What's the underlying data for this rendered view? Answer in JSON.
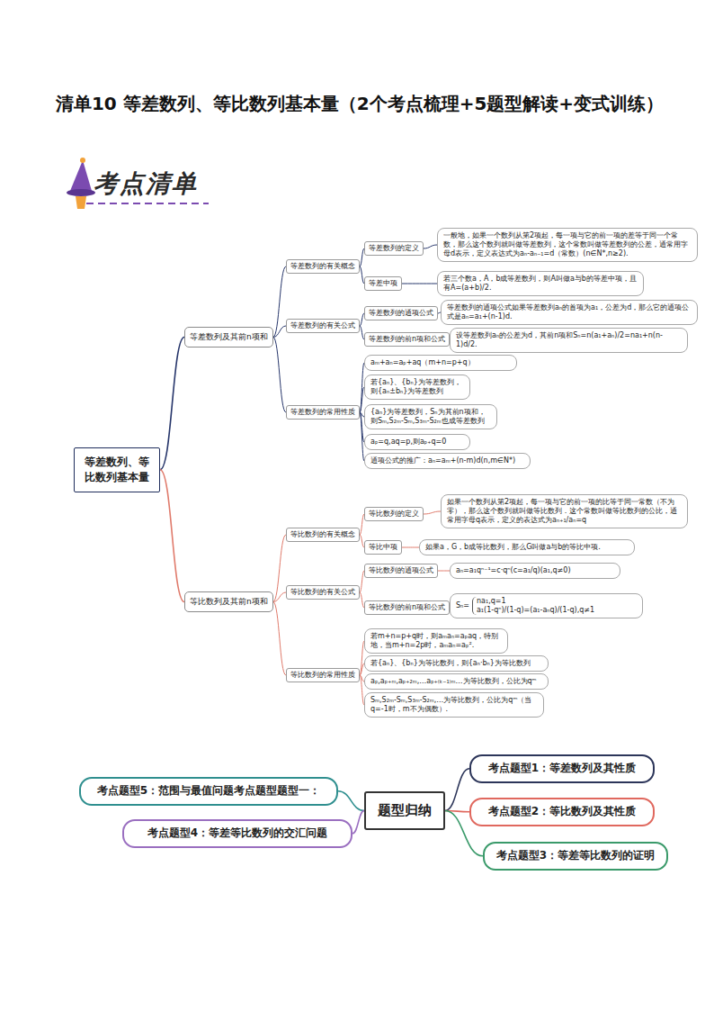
{
  "diagram": {
    "title": "清单10 等差数列、等比数列基本量（2个考点梳理+5题型解读+变式训练）",
    "nodes": [
      {
        "text": [
          "等差数列、等比数列基本量"
        ]
      },
      {
        "text": [
          "等差数列及其前n项和"
        ]
      },
      {
        "text": [
          "等比数列及其前n项和"
        ]
      },
      {
        "text": [
          "等差数列的有关概念"
        ]
      },
      {
        "text": [
          "等差数列的有关公式"
        ]
      },
      {
        "text": [
          "等差数列的常用性质"
        ]
      },
      {
        "text": [
          "等差数列的定义"
        ]
      },
      {
        "text": [
          "一般地，如果一个数列从第2项起，每一项与它的前一项的差等于同一个常数，那么这个数列就叫做等差数列，这个常数叫做等差数列的公差，通常用字母d表示，定义表达式为aₙ-aₙ₋₁=d（常数）(n∈N*,n≥2)."
        ]
      },
      {
        "text": [
          "等差中项"
        ]
      },
      {
        "text": [
          "若三个数a，A，b成等差数列，则A叫做a与b的等差中项，且有A=(a+b)/2."
        ]
      },
      {
        "text": [
          "等差数列的通项公式"
        ]
      },
      {
        "text": [
          "等差数列的通项公式如果等差数列aₙ的首项为a₁，公差为d，那么它的通项公式是aₙ=a₁+(n-1)d."
        ]
      },
      {
        "text": [
          "等差数列的前n项和公式"
        ]
      },
      {
        "text": [
          "设等差数列aₙ的公差为d，其前n项和Sₙ=n(a₁+aₙ)/2=na₁+n(n-1)d/2."
        ]
      },
      {
        "text": [
          "aₘ+aₙ=aₚ+aq（m+n=p+q）"
        ]
      },
      {
        "text": [
          "若{aₙ}、{bₙ}为等差数列，则{aₙ±bₙ}为等差数列"
        ]
      },
      {
        "text": [
          "{aₙ}为等差数列，Sₙ为其前n项和，则Sₘ,S₂ₘ-Sₘ,S₃ₘ-S₂ₘ也成等差数列"
        ]
      },
      {
        "text": [
          "aₚ=q,aq=p,则aₚ₊q=0"
        ]
      },
      {
        "text": [
          "通项公式的推广：aₙ=aₘ+(n-m)d(n,m∈N*)"
        ]
      },
      {
        "text": [
          "等比数列的有关概念"
        ]
      },
      {
        "text": [
          "等比数列的有关公式"
        ]
      },
      {
        "text": [
          "等比数列的常用性质"
        ]
      },
      {
        "text": [
          "等比数列的定义"
        ]
      },
      {
        "text": [
          "如果一个数列从第2项起，每一项与它的前一项的比等于同一常数（不为零），那么这个数列就叫做等比数列．这个常数叫做等比数列的公比，通常用字母q表示，定义的表达式为aₙ₊₁/aₙ=q"
        ]
      },
      {
        "text": [
          "等比中项"
        ]
      },
      {
        "text": [
          "如果a，G，b成等比数列，那么G叫做a与b的等比中项."
        ]
      },
      {
        "text": [
          "等比数列的通项公式"
        ]
      },
      {
        "text": [
          "aₙ=a₁qⁿ⁻¹=c·qⁿ(c=a₁/q)(a₁,q≠0)"
        ]
      },
      {
        "text": [
          "等比数列的前n项和公式"
        ]
      },
      {
        "text": [
          "Sₙ=",
          "na₁,q=1",
          "a₁(1-qⁿ)/(1-q)=(a₁-aₙq)/(1-q),q≠1"
        ]
      },
      {
        "text": [
          "若m+n=p+q时，则aₘaₙ=aₚaq，特别地，当m+n=2p时，aₘaₙ=aₚ²."
        ]
      },
      {
        "text": [
          "若{aₙ}、{bₙ}为等比数列，则{aₙ·bₙ}为等比数列"
        ]
      },
      {
        "text": [
          "aₚ,aₚ₊ₘ,aₚ₊₂ₘ,…aₚ₊₍ₖ₋₁₎ₘ…为等比数列，公比为qᵐ"
        ]
      },
      {
        "text": [
          "Sₘ,S₂ₘ-Sₘ,S₃ₘ-S₂ₘ,…为等比数列，公比为qᵐ（当q=-1时，m不为偶数）."
        ]
      },
      {
        "text": [
          "题型归纳"
        ]
      },
      {
        "text": [
          "考点题型1：等差数列及其性质"
        ]
      },
      {
        "text": [
          "考点题型2：等比数列及其性质"
        ]
      },
      {
        "text": [
          "考点题型3：等差等比数列的证明"
        ]
      },
      {
        "text": [
          "考点题型5：范围与最值问题考点题型题型一："
        ]
      },
      {
        "text": [
          "考点题型4：等差等比数列的交汇问题"
        ]
      }
    ],
    "edges": [
      {
        "from": 0,
        "to": 1,
        "arrow": "none"
      },
      {
        "from": 0,
        "to": 2,
        "arrow": "none"
      },
      {
        "from": 1,
        "to": 3,
        "arrow": "none"
      },
      {
        "from": 1,
        "to": 4,
        "arrow": "none"
      },
      {
        "from": 1,
        "to": 5,
        "arrow": "none"
      },
      {
        "from": 3,
        "to": 6,
        "arrow": "none"
      },
      {
        "from": 6,
        "to": 7,
        "arrow": "none"
      },
      {
        "from": 3,
        "to": 8,
        "arrow": "none"
      },
      {
        "from": 8,
        "to": 9,
        "arrow": "none"
      },
      {
        "from": 4,
        "to": 10,
        "arrow": "none"
      },
      {
        "from": 10,
        "to": 11,
        "arrow": "none"
      },
      {
        "from": 4,
        "to": 12,
        "arrow": "none"
      },
      {
        "from": 12,
        "to": 13,
        "arrow": "none"
      },
      {
        "from": 5,
        "to": 14,
        "arrow": "none"
      },
      {
        "from": 5,
        "to": 15,
        "arrow": "none"
      },
      {
        "from": 5,
        "to": 16,
        "arrow": "none"
      },
      {
        "from": 5,
        "to": 17,
        "arrow": "none"
      },
      {
        "from": 5,
        "to": 18,
        "arrow": "none"
      },
      {
        "from": 2,
        "to": 19,
        "arrow": "none"
      },
      {
        "from": 2,
        "to": 20,
        "arrow": "none"
      },
      {
        "from": 2,
        "to": 21,
        "arrow": "none"
      },
      {
        "from": 19,
        "to": 22,
        "arrow": "none"
      },
      {
        "from": 22,
        "to": 23,
        "arrow": "none"
      },
      {
        "from": 19,
        "to": 24,
        "arrow": "none"
      },
      {
        "from": 24,
        "to": 25,
        "arrow": "none"
      },
      {
        "from": 20,
        "to": 26,
        "arrow": "none"
      },
      {
        "from": 26,
        "to": 27,
        "arrow": "none"
      },
      {
        "from": 20,
        "to": 28,
        "arrow": "none"
      },
      {
        "from": 28,
        "to": 29,
        "arrow": "none"
      },
      {
        "from": 21,
        "to": 30,
        "arrow": "none"
      },
      {
        "from": 21,
        "to": 31,
        "arrow": "none"
      },
      {
        "from": 21,
        "to": 32,
        "arrow": "none"
      },
      {
        "from": 21,
        "to": 33,
        "arrow": "none"
      },
      {
        "from": 34,
        "to": 35,
        "arrow": "none"
      },
      {
        "from": 34,
        "to": 36,
        "arrow": "none"
      },
      {
        "from": 34,
        "to": 37,
        "arrow": "none"
      },
      {
        "from": 34,
        "to": 38,
        "arrow": "none"
      },
      {
        "from": 34,
        "to": 39,
        "arrow": "none"
      }
    ],
    "labels": [
      "考点清单"
    ]
  }
}
